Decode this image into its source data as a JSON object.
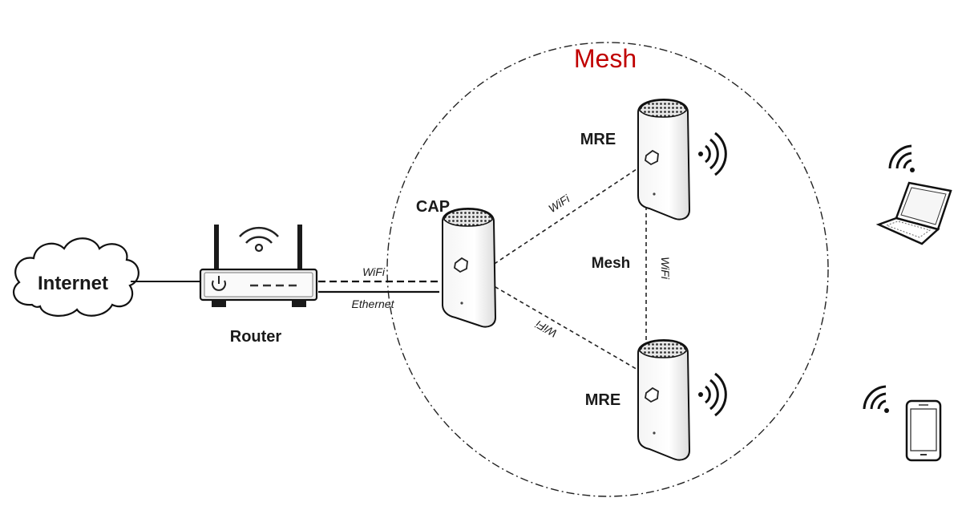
{
  "mesh_title": "Mesh",
  "mesh_title_color": "#c00000",
  "nodes": {
    "internet": "Internet",
    "router": "Router",
    "cap": "CAP",
    "mre_top": "MRE",
    "mre_bottom": "MRE"
  },
  "links": {
    "router_cap_wifi": "WiFi",
    "router_cap_ethernet": "Ethernet",
    "cap_mre_top": "WiFi",
    "cap_mre_bottom": "WiFi",
    "mre_mre": "WiFi",
    "mesh_center": "Mesh"
  },
  "icons": [
    "cloud-icon",
    "router-icon",
    "mesh-node-icon",
    "wifi-signal-icon",
    "laptop-icon",
    "smartphone-icon"
  ]
}
